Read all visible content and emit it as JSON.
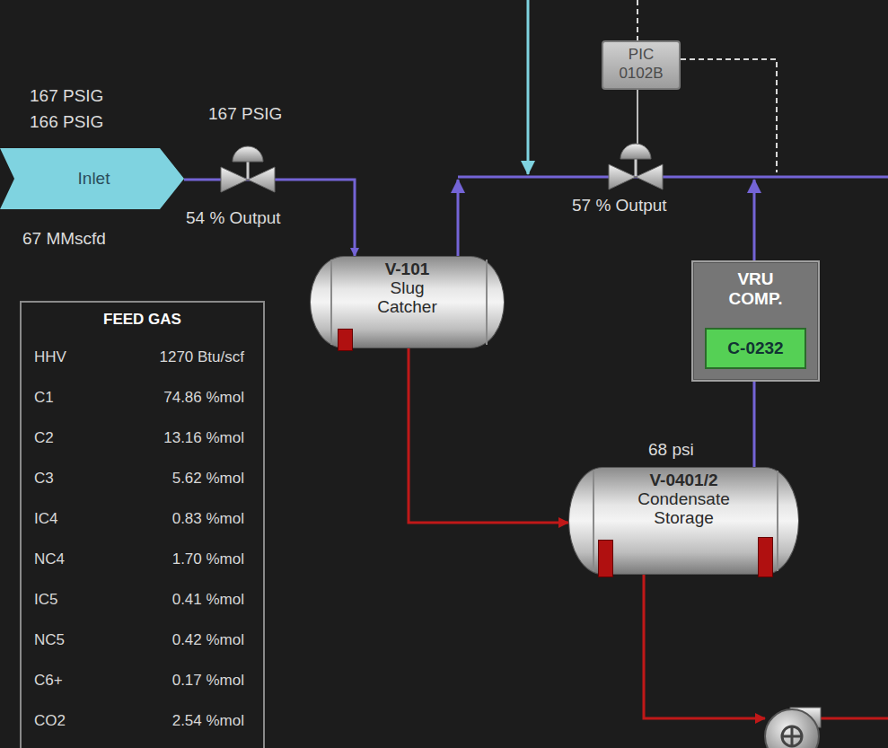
{
  "diagram": {
    "nodes": [
      {
        "text": [
          "PIC",
          "0102B"
        ]
      },
      {
        "text": [
          "Inlet"
        ]
      },
      {
        "text": [
          "VRU COMP."
        ]
      },
      {
        "text": [
          "C-0232"
        ],
        "in": 2
      },
      {
        "text": [
          "V-101",
          "Slug Catcher"
        ]
      },
      {
        "text": [
          "FEED GAS"
        ]
      },
      {
        "text": [
          "V-0401/2",
          "Condensate Storage"
        ]
      }
    ],
    "edges": [
      {
        "from": 1,
        "to": 4,
        "arrow": "to"
      },
      {
        "from": 4,
        "to": 6,
        "arrow": "to"
      },
      {
        "from": 6,
        "to": 2,
        "arrow": "none"
      }
    ],
    "labels": [
      "167 PSIG",
      "166 PSIG",
      "67 MMscfd",
      "167 PSIG",
      "54 % Output",
      "57 % Output",
      "68 psi",
      "HHV",
      "1270 Btu/scf",
      "C1",
      "74.86 %mol",
      "C2",
      "13.16 %mol",
      "C3",
      "5.62 %mol",
      "IC4",
      "0.83 %mol",
      "NC4",
      "1.70 %mol",
      "IC5",
      "0.41 %mol",
      "NC5",
      "0.42 %mol",
      "C6+",
      "0.17 %mol",
      "CO2",
      "2.54 %mol"
    ]
  }
}
